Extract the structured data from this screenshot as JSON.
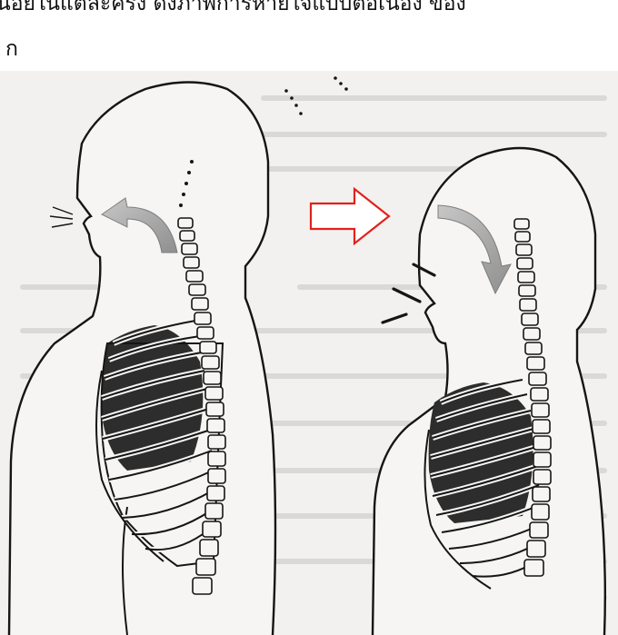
{
  "caption": {
    "line1": "นอยในแต่ละครั้ง ดังภาพการหายใจแบบต่อเนื่อง ของ",
    "line2": "ก"
  },
  "figure": {
    "panels": [
      {
        "name": "left-panel",
        "airflow": "exhale"
      },
      {
        "name": "right-panel",
        "airflow": "inhale"
      }
    ],
    "colors": {
      "paper": "#f3f1ee",
      "ink": "#151515",
      "rib_fill": "#2a2a2a",
      "abdomen": "#c9c6c2",
      "arrow_gray": "#9a9a9a",
      "accent_arrow": "#e2211c"
    }
  }
}
